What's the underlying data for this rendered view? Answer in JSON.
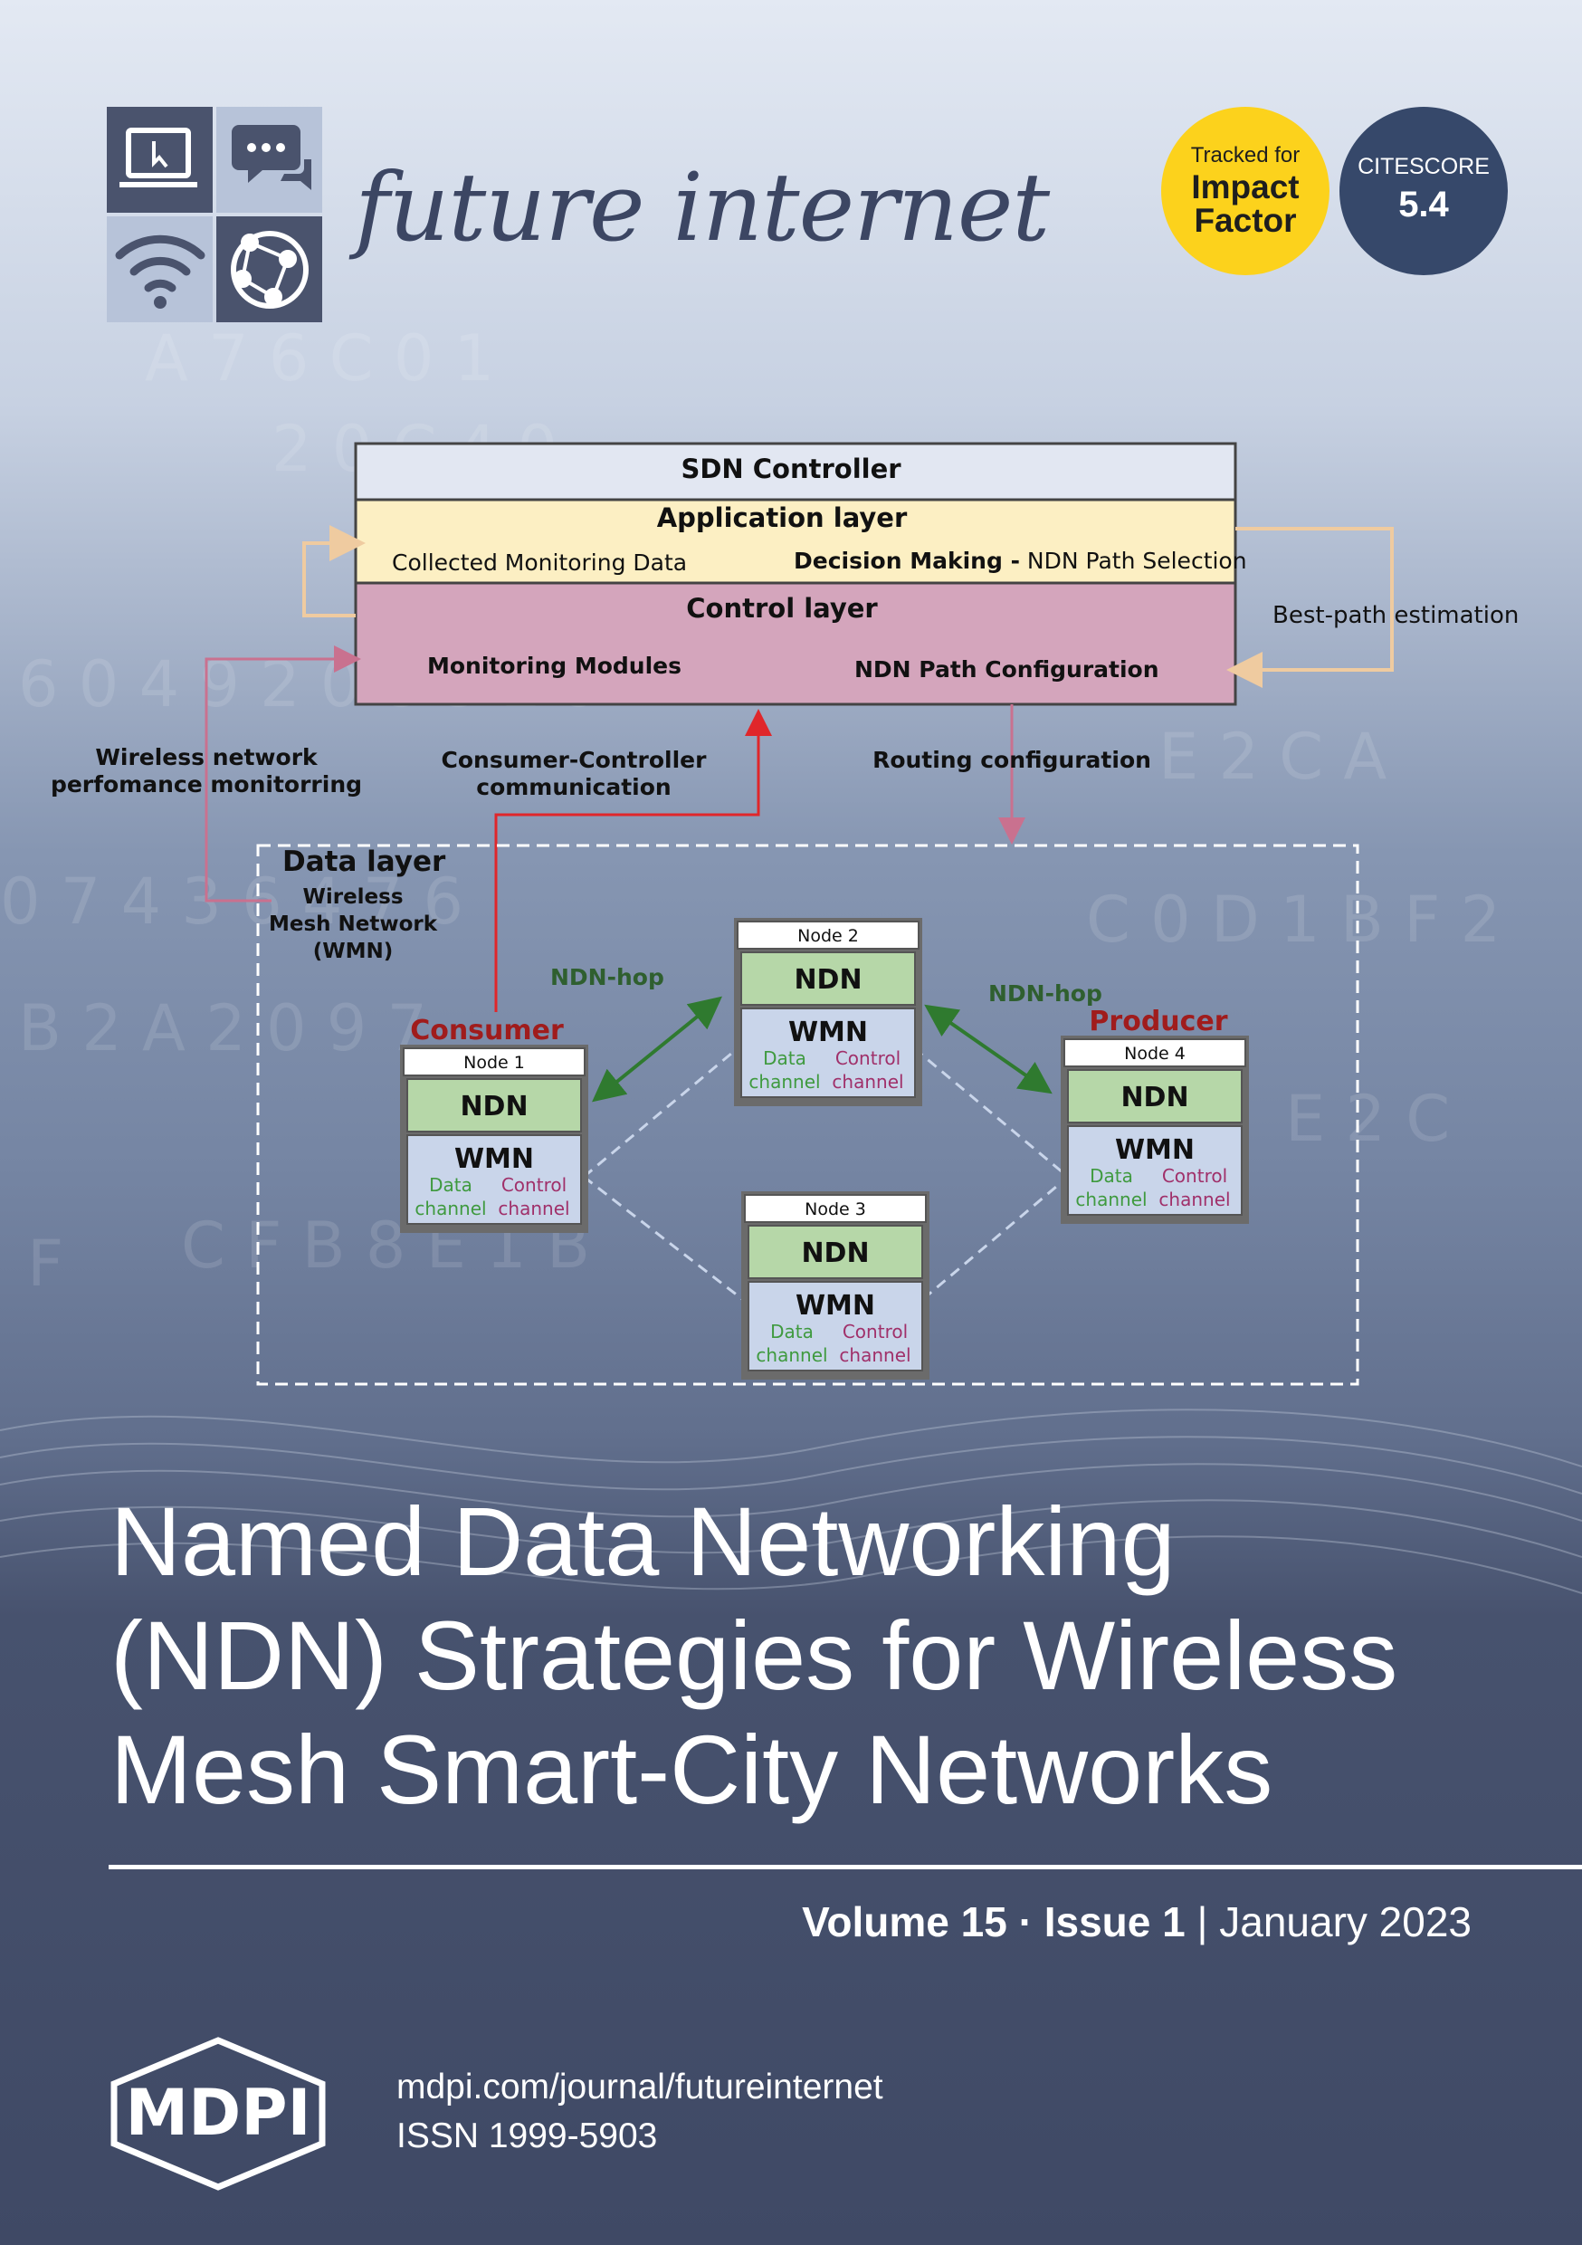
{
  "journal": {
    "name": "future internet",
    "logo_icons": [
      "laptop-icon",
      "chat-icon",
      "wifi-icon",
      "globe-network-icon"
    ]
  },
  "badges": {
    "impact_line1": "Tracked for",
    "impact_line2": "Impact",
    "impact_line3": "Factor",
    "citescore_label": "CITESCORE",
    "citescore_value": "5.4",
    "impact_color": "#fcd21c",
    "citescore_color": "#36486a"
  },
  "diagram": {
    "sdn_controller": "SDN Controller",
    "application_layer": "Application layer",
    "collected_monitoring": "Collected Monitoring Data",
    "decision_making_bold": "Decision Making -",
    "decision_making_rest": " NDN Path Selection",
    "control_layer": "Control layer",
    "monitoring_modules": "Monitoring Modules",
    "ndn_path_config": "NDN Path Configuration",
    "best_path": "Best-path estimation",
    "wireless_perf_1": "Wireless network",
    "wireless_perf_2": "perfomance monitorring",
    "consumer_ctrl_1": "Consumer-Controller",
    "consumer_ctrl_2": "communication",
    "routing_config": "Routing configuration",
    "data_layer": "Data layer",
    "wmn_1": "Wireless",
    "wmn_2": "Mesh Network",
    "wmn_3": "(WMN)",
    "consumer": "Consumer",
    "producer": "Producer",
    "ndn_hop": "NDN-hop",
    "ndn": "NDN",
    "wmn": "WMN",
    "data": "Data",
    "control": "Control",
    "channel": "channel",
    "nodes": [
      "Node 1",
      "Node 2",
      "Node 3",
      "Node 4"
    ],
    "colors": {
      "application": "#fcefc3",
      "control": "#d4a5bc",
      "ndn": "#b6d7a8",
      "wmn": "#c9d5ea",
      "consumer_producer": "#a01c1c",
      "hop_green": "#2f7a2f"
    }
  },
  "cover": {
    "title_lines": [
      "Named Data Networking",
      "(NDN) Strategies for Wireless",
      "Mesh Smart-City Networks"
    ],
    "volume": "Volume 15",
    "sep": " · ",
    "issue": "Issue 1",
    "divider": " | ",
    "date": "January 2023",
    "publisher": "MDPI",
    "url": "mdpi.com/journal/futureinternet",
    "issn": "ISSN 1999-5903"
  }
}
